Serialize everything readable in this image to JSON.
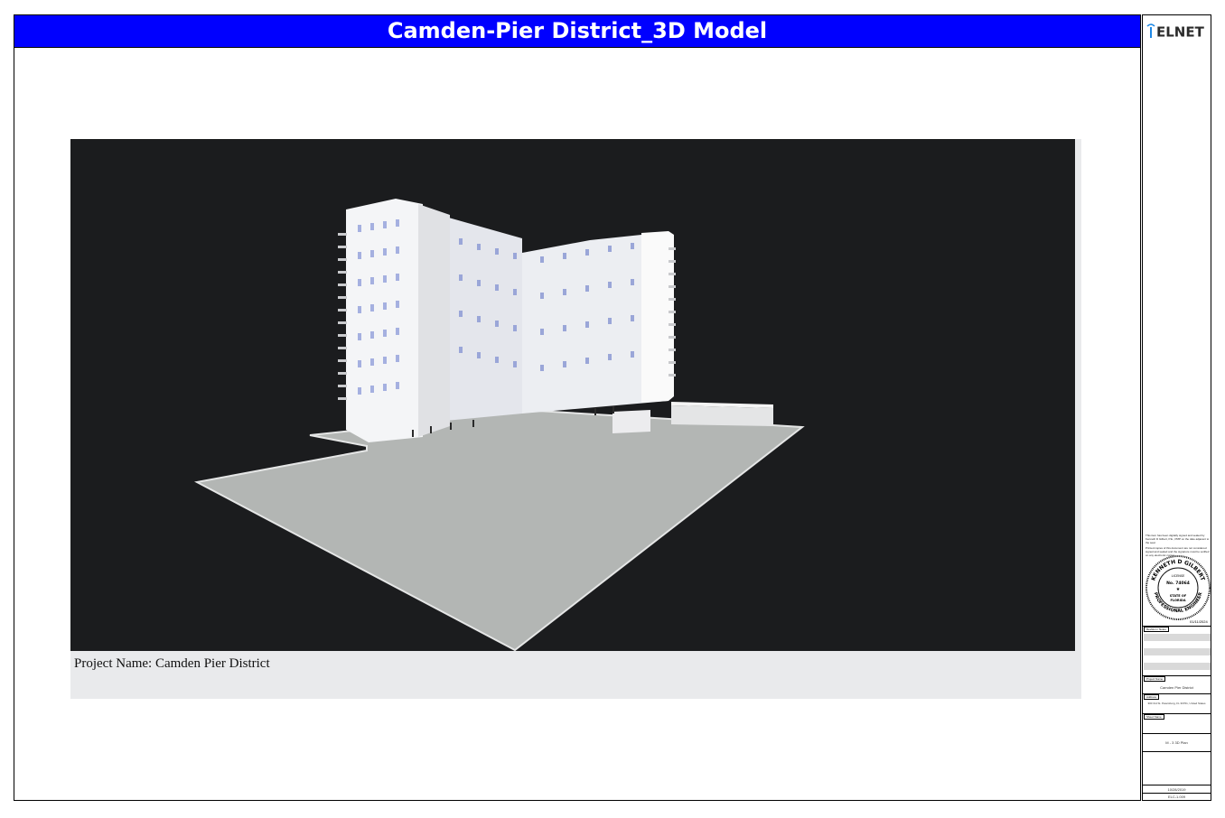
{
  "title": "Camden-Pier District_3D Model",
  "caption": "Project Name: Camden Pier District",
  "sidebar": {
    "logo": "ELNET",
    "disclaimer_1": "This item has been digitally signed and sealed by Kenneth D Gilbert, P.E., PMP on the date adjacent to the seal.",
    "disclaimer_2": "Printed copies of this document are not considered signed and sealed and the signature must be verified on any electronic copies.",
    "seal": {
      "top": "KENNETH D GILBERT",
      "license": "LICENSE",
      "number": "No. 74064",
      "state": "STATE OF",
      "florida": "FLORIDA",
      "bottom": "PROFESSIONAL ENGINEER",
      "date": "01/11/2024"
    },
    "label_revision": "Revision / Notes",
    "label_project_name": "Project Name",
    "project_name": "Camden Pier District",
    "label_address": "Address",
    "address": "300 3rd St. Petersburg, FL 33701, United States",
    "label_sheet_name": "Sheet Name",
    "sheet_name": "M - 3 3D Plan",
    "date": "10/28/2019",
    "sheet_number": "ELC-1.009"
  }
}
